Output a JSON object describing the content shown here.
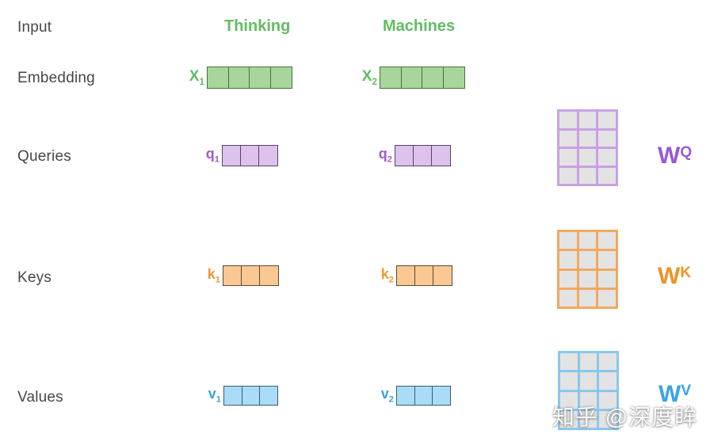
{
  "diagram": {
    "row_labels": {
      "input": "Input",
      "embedding": "Embedding",
      "queries": "Queries",
      "keys": "Keys",
      "values": "Values"
    },
    "words": {
      "first": "Thinking",
      "second": "Machines"
    },
    "vectors": {
      "x1": {
        "label": "X",
        "sub": "1",
        "cells": 4
      },
      "x2": {
        "label": "X",
        "sub": "2",
        "cells": 4
      },
      "q1": {
        "label": "q",
        "sub": "1",
        "cells": 3
      },
      "q2": {
        "label": "q",
        "sub": "2",
        "cells": 3
      },
      "k1": {
        "label": "k",
        "sub": "1",
        "cells": 3
      },
      "k2": {
        "label": "k",
        "sub": "2",
        "cells": 3
      },
      "v1": {
        "label": "v",
        "sub": "1",
        "cells": 3
      },
      "v2": {
        "label": "v",
        "sub": "2",
        "cells": 3
      }
    },
    "weight_matrices": {
      "wq": {
        "label": "W",
        "sup": "Q",
        "cols": 3,
        "rows": 4
      },
      "wk": {
        "label": "W",
        "sup": "K",
        "cols": 3,
        "rows": 4
      },
      "wv": {
        "label": "W",
        "sup": "V",
        "cols": 3,
        "rows": 4
      }
    },
    "watermark": "知乎 @深度眸"
  },
  "colors": {
    "green-text": "#62bd62",
    "green-fill": "#a8d69a",
    "green-border": "#44703c",
    "purple-text": "#a05cc8",
    "purple-fill": "#ddc2ee",
    "purple-border": "#54455e",
    "purple-grid": "#c9a1e2",
    "purple-w": "#9859d8",
    "orange-text": "#ee9833",
    "orange-fill": "#fac892",
    "orange-border": "#5a4a35",
    "orange-grid": "#f2a95e",
    "orange-w": "#ee9224",
    "blue-text": "#3da0df",
    "blue-fill": "#aadcf7",
    "blue-border": "#3d5a71",
    "blue-grid": "#8ac7ec",
    "blue-w": "#38a3e8",
    "row-label": "#474747",
    "matrix-cell": "#e3e3e4"
  }
}
